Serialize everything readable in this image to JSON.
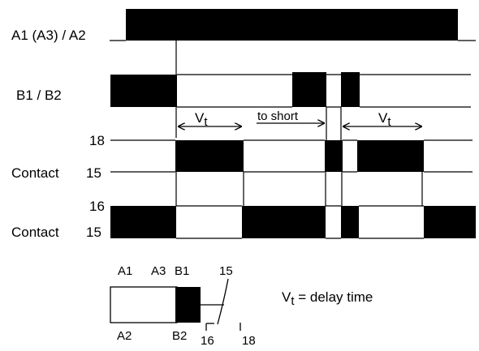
{
  "signals": {
    "supply": "A1 (A3) / A2",
    "control": "B1 / B2",
    "contact1_top": "18",
    "contact1_bottom": "15",
    "contact1_label": "Contact",
    "contact2_top": "16",
    "contact2_bottom": "15",
    "contact2_label": "Contact"
  },
  "annotations": {
    "vt_first": "V",
    "vt_first_sub": "t",
    "to_short": "to short",
    "vt_second": "V",
    "vt_second_sub": "t"
  },
  "relay": {
    "a1": "A1",
    "a3": "A3",
    "b1": "B1",
    "a2": "A2",
    "b2": "B2",
    "t15": "15",
    "t16": "16",
    "t18": "18"
  },
  "legend": {
    "v": "V",
    "sub": "t",
    "rest": " = delay time"
  },
  "colors": {
    "ink": "#000000",
    "paper": "#ffffff"
  }
}
